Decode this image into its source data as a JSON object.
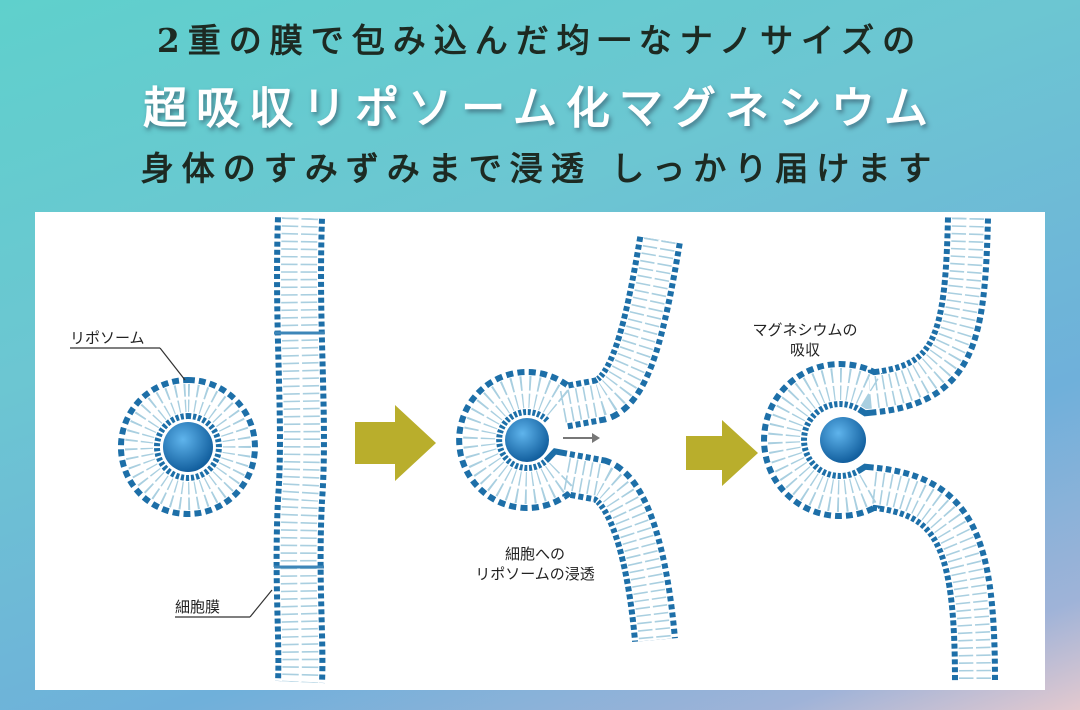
{
  "header": {
    "line1": "2重の膜で包み込んだ均一なナノサイズの",
    "line2": "超吸収リポソーム化マグネシウム",
    "line3": "身体のすみずみまで浸透 しっかり届けます"
  },
  "diagram": {
    "label_liposome": "リポソーム",
    "label_cell_membrane": "細胞膜",
    "label_penetration_1": "細胞への",
    "label_penetration_2": "リポソームの浸透",
    "label_absorption_1": "マグネシウムの",
    "label_absorption_2": "吸収"
  },
  "colors": {
    "head": "#1d6fa8",
    "tail": "#a9cfe0",
    "core": "#1f7cc4",
    "arrow": "#b9ae2c"
  }
}
